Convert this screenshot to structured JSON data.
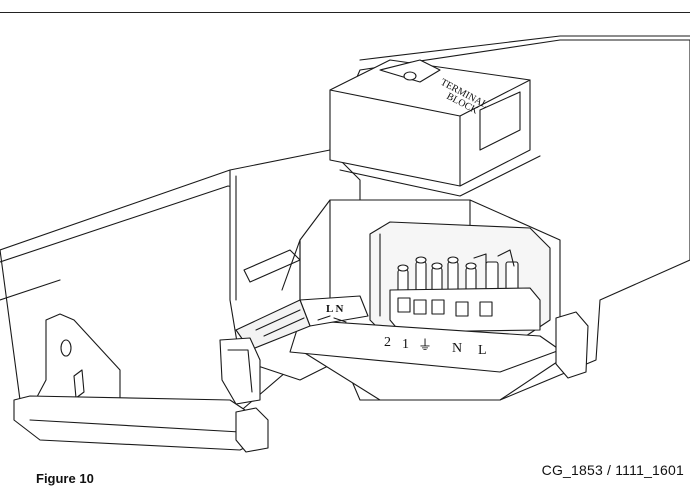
{
  "drawing": {
    "cover_label_line1": "TERMINAL",
    "cover_label_line2": "BLOCK",
    "strip_label": "L N",
    "terminal_labels": [
      "2",
      "1",
      "⏚",
      "N",
      "L"
    ],
    "reference_code": "CG_1853 / 1111_1601",
    "figure_label": "Figure 10"
  },
  "colors": {
    "line": "#1a1a1a",
    "fill": "#ffffff",
    "shade": "#f2f2f2"
  }
}
